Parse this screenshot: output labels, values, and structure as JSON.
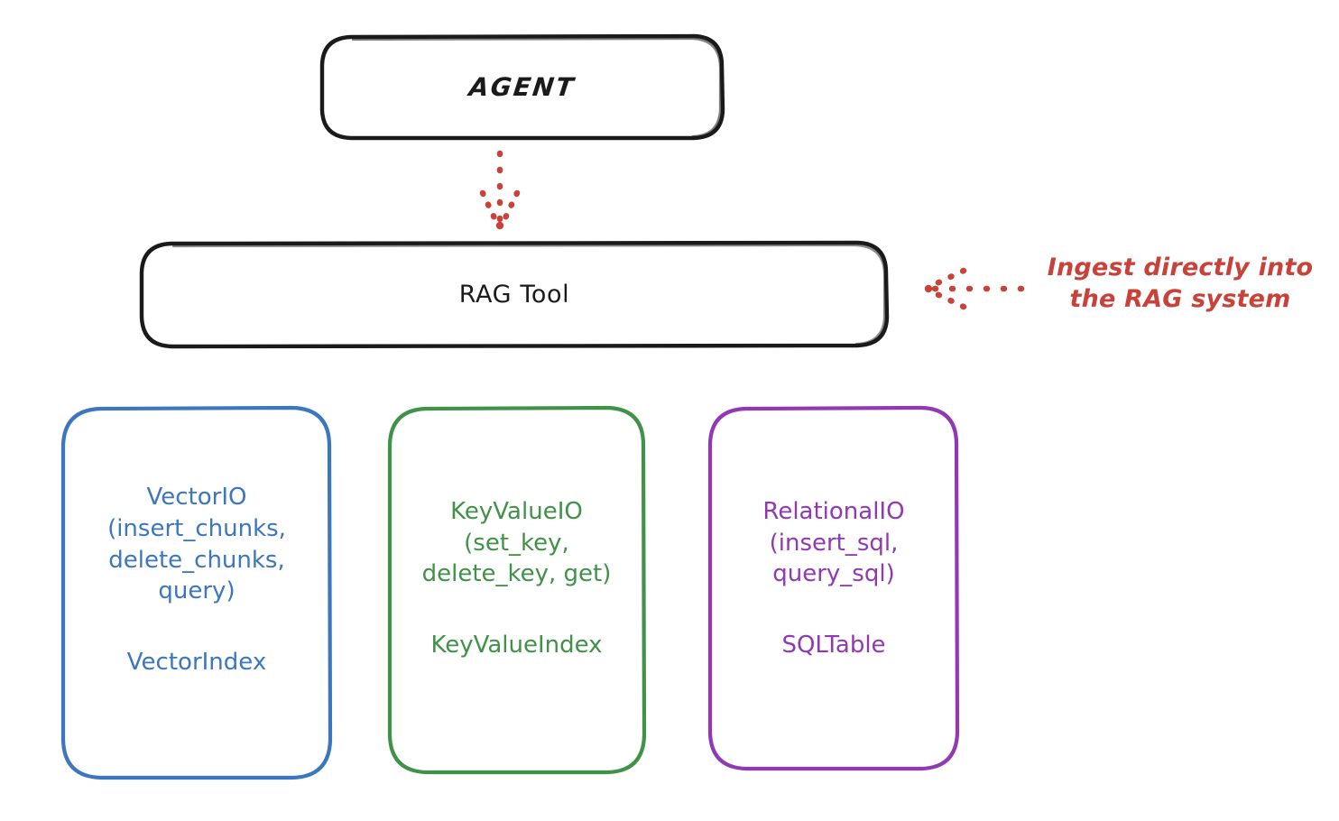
{
  "diagram": {
    "title_visible": false,
    "background": "#ffffff",
    "style": "hand-drawn sketch (excalidraw)"
  },
  "colors": {
    "black": "#1a1a1a",
    "red": "#c8423a",
    "blue": "#3b76bf",
    "green": "#3f9247",
    "purple": "#9139b4"
  },
  "nodes": {
    "agent": {
      "label": "AGENT",
      "stroke": "#1a1a1a"
    },
    "rag_tool": {
      "label": "RAG Tool",
      "stroke": "#1a1a1a"
    },
    "vector": {
      "api": "VectorIO\n(insert_chunks,\ndelete_chunks,\nquery)",
      "entity": "VectorIndex",
      "stroke": "#3b76bf"
    },
    "keyvalue": {
      "api": "KeyValueIO\n(set_key,\ndelete_key, get)",
      "entity": "KeyValueIndex",
      "stroke": "#3f9247"
    },
    "relational": {
      "api": "RelationalIO\n(insert_sql,\nquery_sql)",
      "entity": "SQLTable",
      "stroke": "#9139b4"
    }
  },
  "connectors": {
    "agent_to_rag": {
      "style": "dotted",
      "color": "#c8423a",
      "direction": "down",
      "arrowhead": true
    },
    "ingest_arrow": {
      "style": "dotted",
      "color": "#c8423a",
      "direction": "left",
      "arrowhead": true
    }
  },
  "annotations": {
    "ingest": {
      "text": "Ingest directly into\nthe RAG system",
      "color": "#c8423a"
    }
  }
}
